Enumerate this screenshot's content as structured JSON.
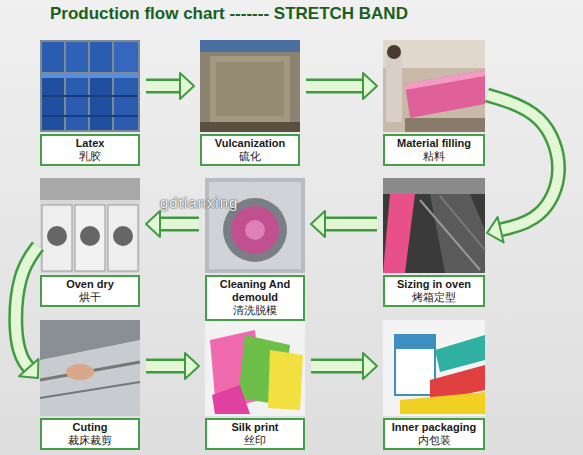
{
  "diagram": {
    "title": "Production flow chart ------- STRETCH BAND",
    "nodes": [
      {
        "text": [
          "Latex",
          "乳胶"
        ]
      },
      {
        "text": [
          "Vulcanization",
          "硫化"
        ]
      },
      {
        "text": [
          "Material filling",
          "粘料"
        ]
      },
      {
        "text": [
          "Sizing in oven",
          "烤箱定型"
        ]
      },
      {
        "text": [
          "Cleaning And demould",
          "清洗脱模"
        ]
      },
      {
        "text": [
          "Oven dry",
          "烘干"
        ]
      },
      {
        "text": [
          "Cuting",
          "裁床裁剪"
        ]
      },
      {
        "text": [
          "Silk print",
          "丝印"
        ]
      },
      {
        "text": [
          "Inner packaging",
          "内包装"
        ]
      }
    ],
    "edges": [
      {
        "from": 0,
        "to": 1,
        "arrow": "to"
      },
      {
        "from": 1,
        "to": 2,
        "arrow": "to"
      },
      {
        "from": 2,
        "to": 3,
        "arrow": "to"
      },
      {
        "from": 3,
        "to": 4,
        "arrow": "to"
      },
      {
        "from": 4,
        "to": 5,
        "arrow": "to"
      },
      {
        "from": 5,
        "to": 6,
        "arrow": "to"
      },
      {
        "from": 6,
        "to": 7,
        "arrow": "to"
      },
      {
        "from": 7,
        "to": 8,
        "arrow": "to"
      }
    ],
    "labels": [
      "gdtianxing"
    ]
  }
}
